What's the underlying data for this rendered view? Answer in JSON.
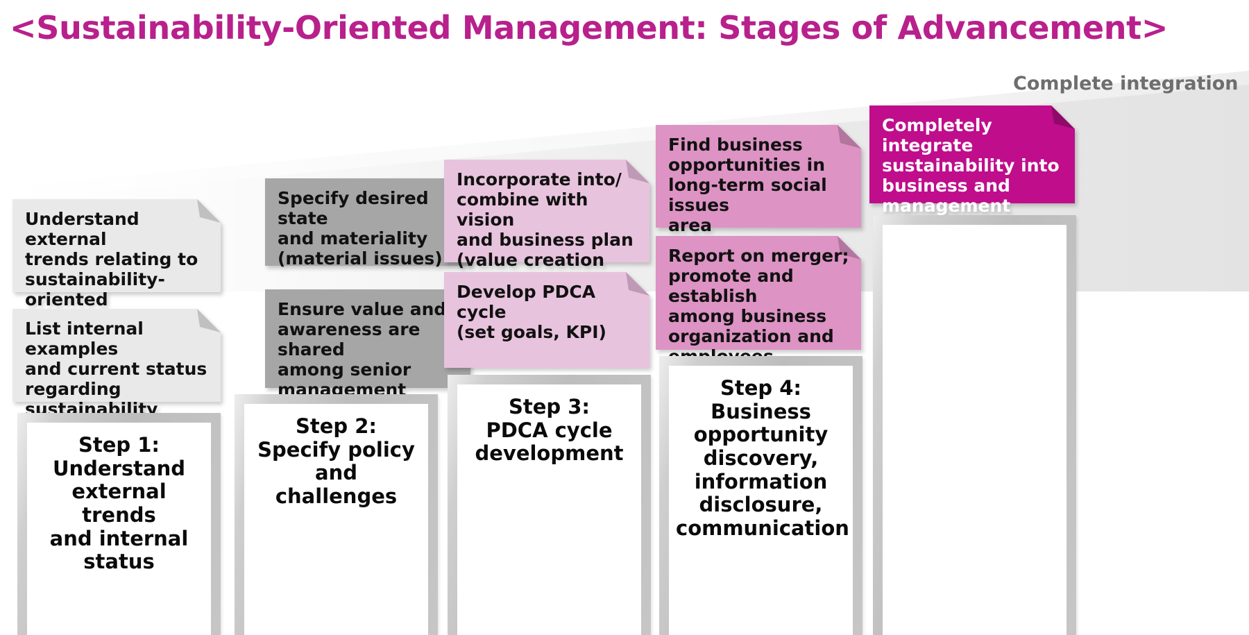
{
  "title": "<Sustainability-Oriented Management: Stages of Advancement>",
  "colors": {
    "title_magenta": "#b8208c",
    "stage_label_gray": "#6e6e6e",
    "col1_card": "#e9e9e9",
    "col2_card": "#a6a6a6",
    "col3_card": "#e8c3dd",
    "col4_card": "#dd93c4",
    "col5_card": "#bf0d8c",
    "plinth_gray": "#c2c2c2",
    "plinth_inner": "#ffffff"
  },
  "stage_labels": [
    {
      "text": "Complete integration"
    }
  ],
  "columns": [
    {
      "key": "step-1",
      "tone": "col1",
      "notes": [
        {
          "text": "Understand external\ntrends relating to\nsustainability-oriented\nmanagement"
        },
        {
          "text": "List internal examples\nand current status\nregarding sustainability\n-oriented management"
        }
      ],
      "step": {
        "label": "Step 1:\nUnderstand\nexternal trends\nand internal status"
      }
    },
    {
      "key": "step-2",
      "tone": "col2",
      "notes": [
        {
          "text": "Specify desired state\nand materiality\n(material issues)"
        },
        {
          "text": "Ensure value and\nawareness are shared\namong senior\nmanagement"
        }
      ],
      "step": {
        "label": "Step 2:\nSpecify policy and\nchallenges"
      }
    },
    {
      "key": "step-3",
      "tone": "col3",
      "notes": [
        {
          "text": "Incorporate into/\ncombine with vision\nand business plan\n(value creation story)"
        },
        {
          "text": "Develop PDCA cycle\n(set goals, KPI)"
        }
      ],
      "step": {
        "label": "Step 3:\nPDCA cycle\ndevelopment"
      }
    },
    {
      "key": "step-4",
      "tone": "col4",
      "notes": [
        {
          "text": "Find business\nopportunities in\nlong-term social issues\narea"
        },
        {
          "text": "Report on merger;\npromote and establish\namong business\norganization and\nemployees"
        }
      ],
      "step": {
        "label": "Step 4:\nBusiness\nopportunity\ndiscovery,\ninformation\ndisclosure,\ncommunication"
      }
    },
    {
      "key": "step-5",
      "tone": "col5",
      "notes": [
        {
          "text": "Completely integrate\nsustainability into\nbusiness and\nmanagement"
        }
      ],
      "step": {
        "label": ""
      }
    }
  ]
}
